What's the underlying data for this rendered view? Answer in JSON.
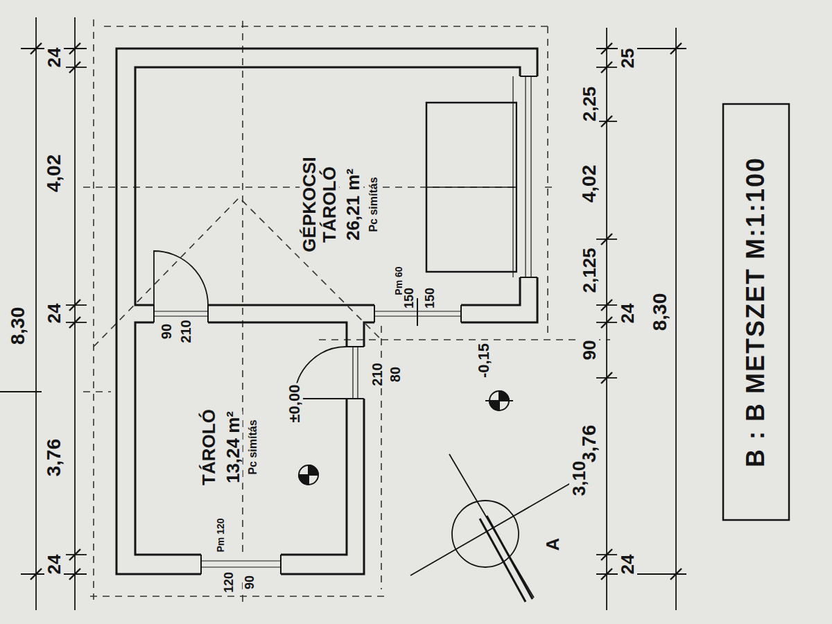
{
  "diagram": {
    "title": "B : B METSZET M:1:100",
    "nodes": [
      {
        "text": [
          "GÉPKOCSI TÁROLÓ",
          "26,21 m²",
          "Pc simítás"
        ]
      },
      {
        "text": [
          "TÁROLÓ",
          "13,24 m²",
          "Pc simítás"
        ]
      }
    ],
    "labels": [
      "24",
      "4,02",
      "24",
      "3,76",
      "24",
      "8,30",
      "25",
      "2,25",
      "4,02",
      "2,125",
      "24",
      "90",
      "3,76",
      "3,10",
      "24",
      "8,30",
      "A",
      "90",
      "210",
      "Pm 60",
      "150",
      "150",
      "210",
      "80",
      "±0,00",
      "-0,15",
      "Pm 120",
      "120",
      "90"
    ]
  }
}
